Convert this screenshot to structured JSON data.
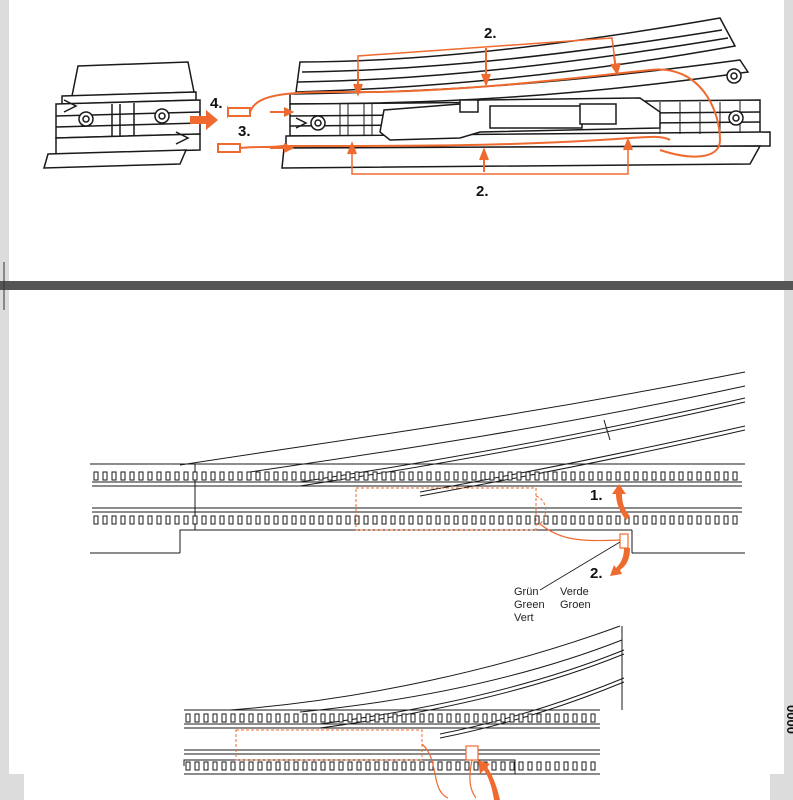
{
  "colors": {
    "accent": "#ef6a2f",
    "line": "#1a1a1a",
    "margin_gray": "#dcdcdc",
    "divider": "#555555"
  },
  "top_panel": {
    "labels": {
      "step2_top": "2.",
      "step2_bottom": "2.",
      "step3": "3.",
      "step4": "4."
    }
  },
  "bottom_panel": {
    "labels": {
      "step1": "1.",
      "step2": "2."
    },
    "wire_colors": {
      "col1": [
        "Grün",
        "Green",
        "Vert"
      ],
      "col2": [
        "Verde",
        "Groen"
      ]
    }
  },
  "edge_mark": {
    "text": "0000"
  }
}
